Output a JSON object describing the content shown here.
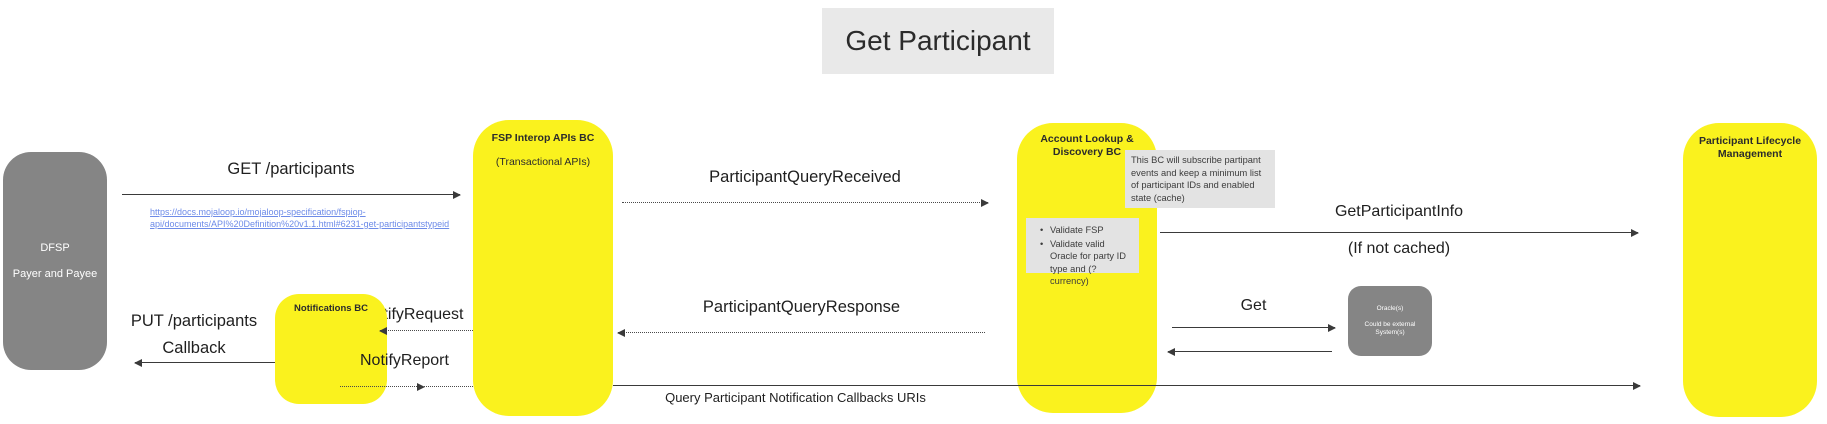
{
  "title": "Get Participant",
  "colors": {
    "actor_yellow": "#FAF21E",
    "actor_gray": "#858585",
    "note_bg": "#E3E3E3",
    "title_bg": "#E9E9E9",
    "link_blue": "#6D8BE8",
    "line": "#3A3A3A"
  },
  "actors": {
    "dfsp": {
      "name": "DFSP",
      "subtitle": "Payer and Payee"
    },
    "fsp_interop": {
      "name": "FSP Interop APIs BC",
      "subtitle": "(Transactional APIs)"
    },
    "notifications": {
      "name": "Notifications BC"
    },
    "account_lookup": {
      "name": "Account Lookup & Discovery BC"
    },
    "participant_lifecycle": {
      "name": "Participant Lifecycle Management"
    },
    "oracle": {
      "name": "Oracle(s)",
      "subtitle": "Could be external System(s)"
    }
  },
  "messages": {
    "get_participants": {
      "label": "GET /participants"
    },
    "spec_link": {
      "line1": "https://docs.mojaloop.io/mojaloop-specification/fspiop-",
      "line2": "api/documents/API%20Definition%20v1.1.html#6231-get-participantstypeid"
    },
    "participant_query_received": {
      "label": "ParticipantQueryReceived"
    },
    "get_participant_info": {
      "label": "GetParticipantInfo",
      "condition": "(If not cached)"
    },
    "get": {
      "label": "Get"
    },
    "participant_query_response": {
      "label": "ParticipantQueryResponse"
    },
    "notify_request": {
      "label": "NotifyRequest"
    },
    "notify_report": {
      "label": "NotifyReport"
    },
    "put_participants_callback": {
      "line1": "PUT /participants",
      "line2": "Callback"
    },
    "query_callbacks": {
      "label": "Query Participant Notification Callbacks URIs"
    }
  },
  "notes": {
    "cache_note": {
      "text": "This BC will subscribe partipant events and keep a minimum list of participant IDs and enabled state (cache)"
    },
    "validate_note": {
      "items": [
        "Validate FSP",
        "Validate valid Oracle for party ID type and (?currency)"
      ]
    }
  }
}
